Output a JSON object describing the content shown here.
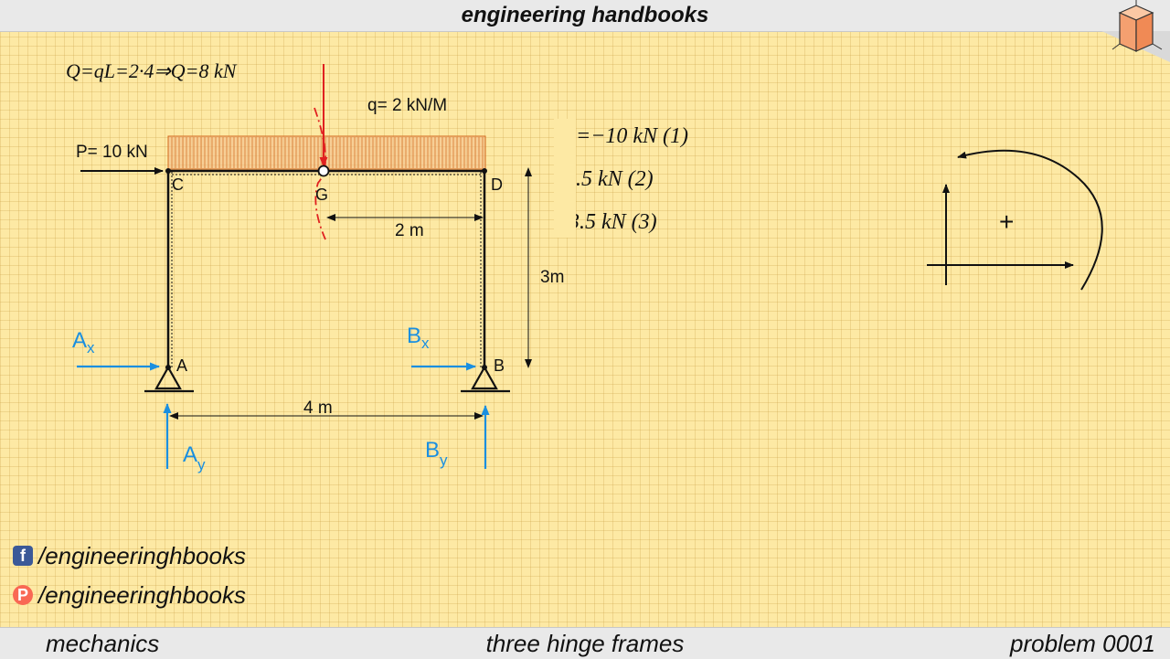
{
  "header": {
    "title": "engineering handbooks"
  },
  "footer": {
    "left": "mechanics",
    "center": "three hinge frames",
    "right": "problem 0001"
  },
  "social": {
    "facebook": "/engineeringhbooks",
    "patreon": "/engineeringhbooks"
  },
  "diagram": {
    "resultant_eq": "Q=qL=2·4⇒Q=8 kN",
    "load_label": "q= 2 kN/M",
    "force_p": "P= 10 kN",
    "nodes": {
      "c": "C",
      "g": "G",
      "d": "D",
      "a": "A",
      "b": "B"
    },
    "dim_g_d": "2 m",
    "dim_height": "3m",
    "dim_span": "4 m",
    "reactions": {
      "ax_main": "A",
      "ax_sub": "x",
      "bx_main": "B",
      "bx_sub": "x",
      "ay_main": "A",
      "ay_sub": "y",
      "by_main": "B",
      "by_sub": "y"
    },
    "equations": [
      "=−10 kN (1)",
      ".5 kN (2)",
      "3.5 kN (3)"
    ],
    "sign_symbol": "+"
  },
  "colors": {
    "accent_blue": "#1a8fe0",
    "load_red": "#e02020",
    "load_fill": "#f2ba8a"
  }
}
